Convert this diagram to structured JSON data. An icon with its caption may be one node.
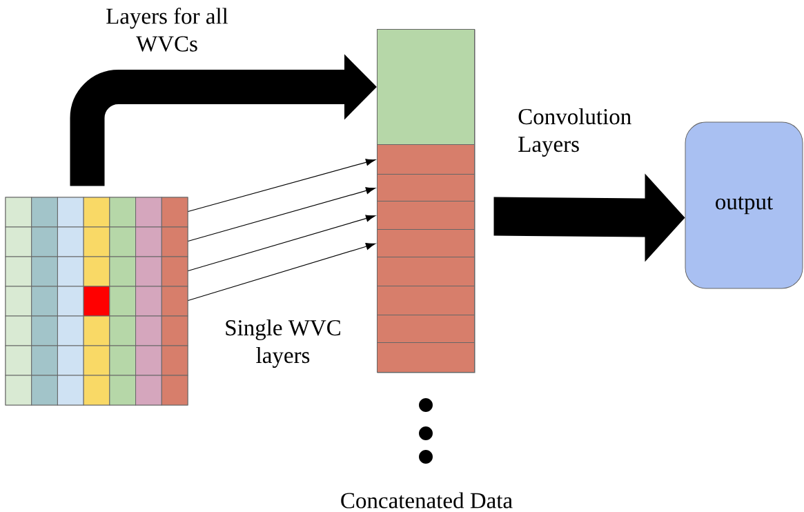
{
  "diagram": {
    "nodes": [
      {
        "text": [],
        "shape": "box"
      },
      {
        "text": [],
        "shape": "box"
      },
      {
        "text": [],
        "shape": "box",
        "in": 1
      },
      {
        "text": [],
        "shape": "box",
        "in": 1
      },
      {
        "text": [],
        "shape": "box",
        "in": 1
      },
      {
        "text": [],
        "shape": "box",
        "in": 1
      },
      {
        "text": [],
        "shape": "box",
        "in": 1
      },
      {
        "text": [],
        "shape": "box",
        "in": 1
      },
      {
        "text": [],
        "shape": "box",
        "in": 1
      },
      {
        "text": [],
        "shape": "box",
        "in": 1
      },
      {
        "text": [],
        "shape": "box",
        "in": 1
      },
      {
        "text": [
          "output"
        ]
      }
    ],
    "edges": [
      {
        "from": 0,
        "to": 2,
        "arrow": "to",
        "style": "thick",
        "label": "Layers for all WVCs"
      },
      {
        "from": 0,
        "to": 3,
        "arrow": "to"
      },
      {
        "from": 0,
        "to": 4,
        "arrow": "to"
      },
      {
        "from": 0,
        "to": 5,
        "arrow": "to"
      },
      {
        "from": 0,
        "to": 6,
        "arrow": "to"
      },
      {
        "from": 1,
        "to": 11,
        "arrow": "to",
        "style": "thick",
        "label": "Convolution Layers"
      }
    ],
    "labels": [
      "Single WVC layers",
      "Concatenated Data"
    ]
  }
}
